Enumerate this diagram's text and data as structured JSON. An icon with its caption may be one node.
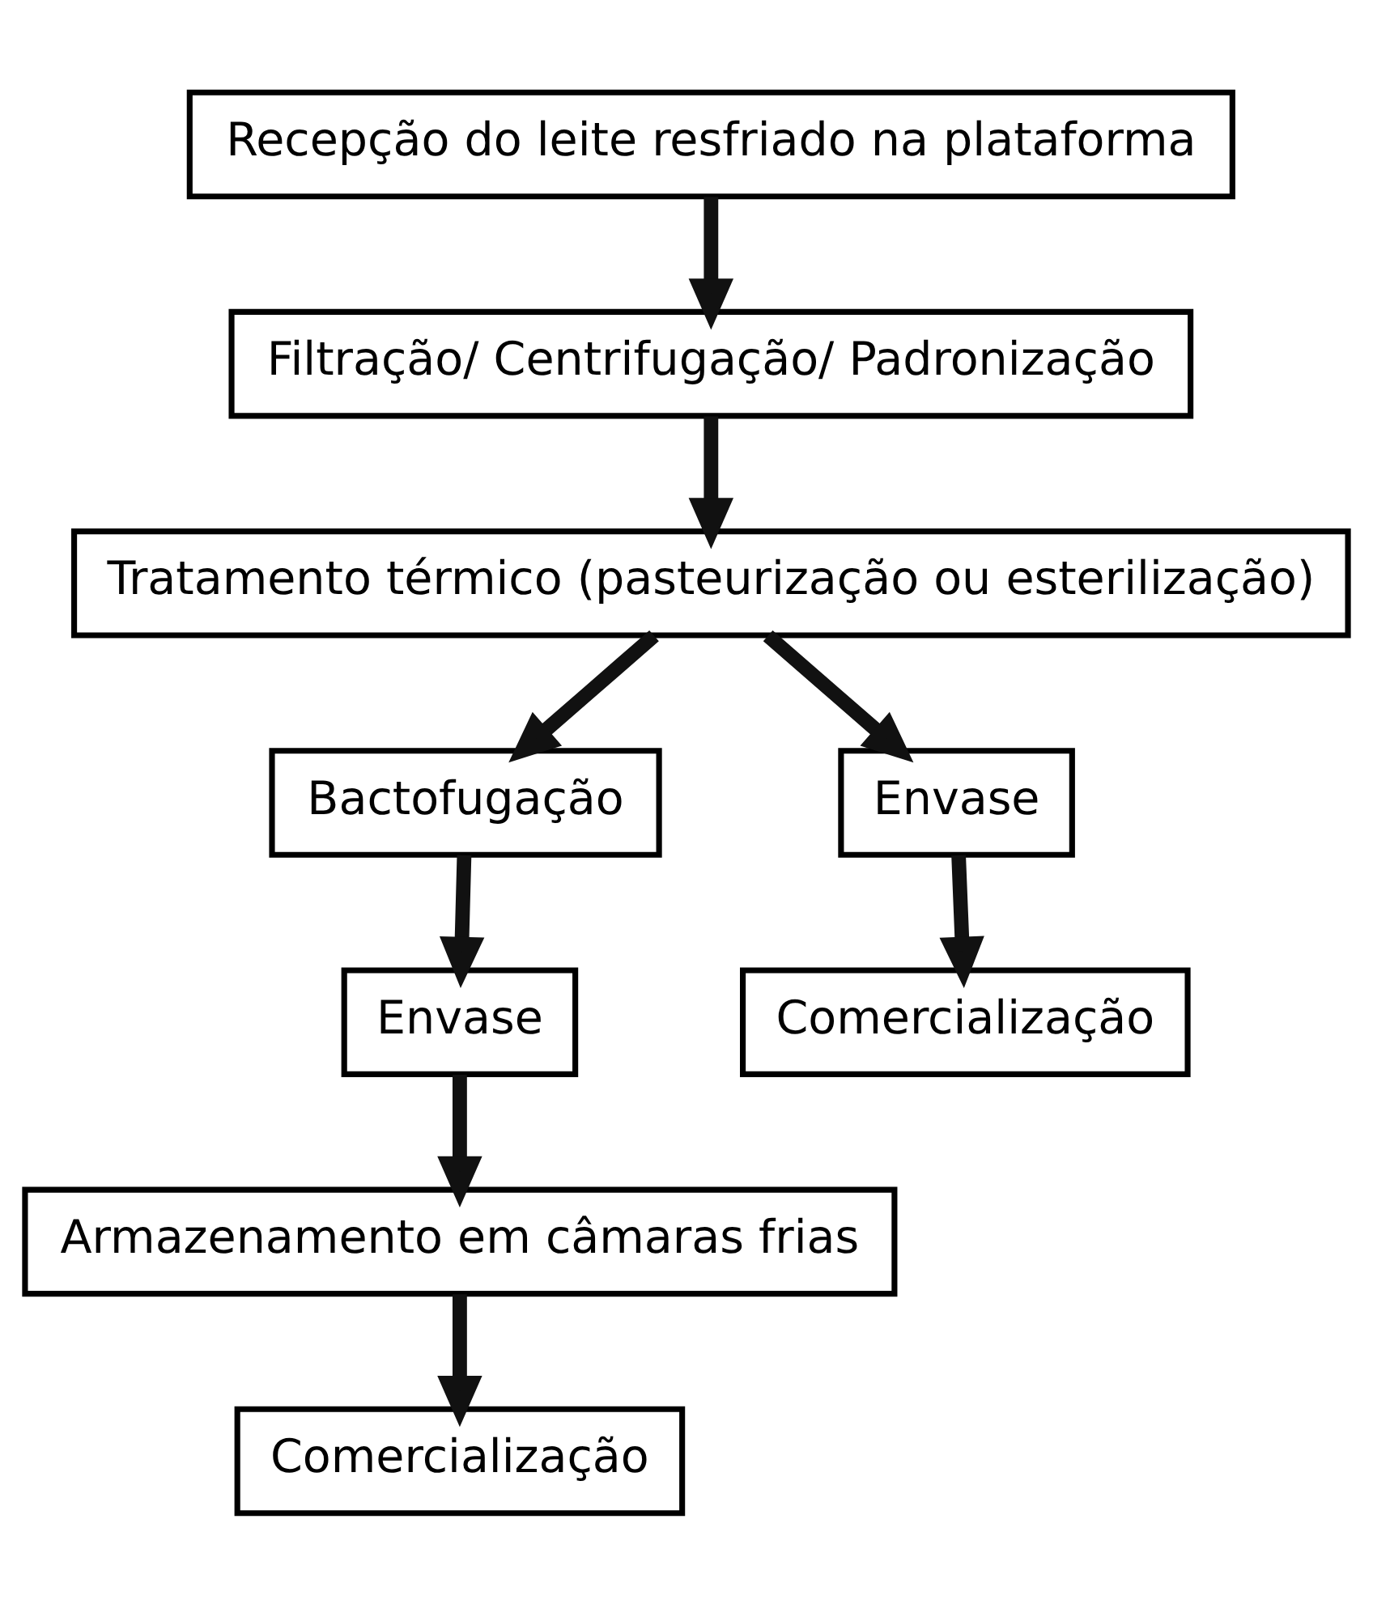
{
  "diagram": {
    "nodes": [
      {
        "text": [
          "Recepção do leite resfriado na plataforma"
        ]
      },
      {
        "text": [
          "Filtração/ Centrifugação/ Padronização"
        ]
      },
      {
        "text": [
          "Tratamento térmico (pasteurização ou esterilização)"
        ]
      },
      {
        "text": [
          "Bactofugação"
        ]
      },
      {
        "text": [
          "Envase"
        ]
      },
      {
        "text": [
          "Envase"
        ]
      },
      {
        "text": [
          "Comercialização"
        ]
      },
      {
        "text": [
          "Armazenamento em câmaras frias"
        ]
      },
      {
        "text": [
          "Comercialização"
        ]
      }
    ],
    "edges": [
      {
        "from": 0,
        "to": 1,
        "arrow": "to"
      },
      {
        "from": 1,
        "to": 2,
        "arrow": "to"
      },
      {
        "from": 2,
        "to": 3,
        "arrow": "to"
      },
      {
        "from": 2,
        "to": 4,
        "arrow": "to"
      },
      {
        "from": 3,
        "to": 5,
        "arrow": "to"
      },
      {
        "from": 4,
        "to": 6,
        "arrow": "to"
      },
      {
        "from": 5,
        "to": 7,
        "arrow": "to"
      },
      {
        "from": 7,
        "to": 8,
        "arrow": "to"
      }
    ]
  }
}
